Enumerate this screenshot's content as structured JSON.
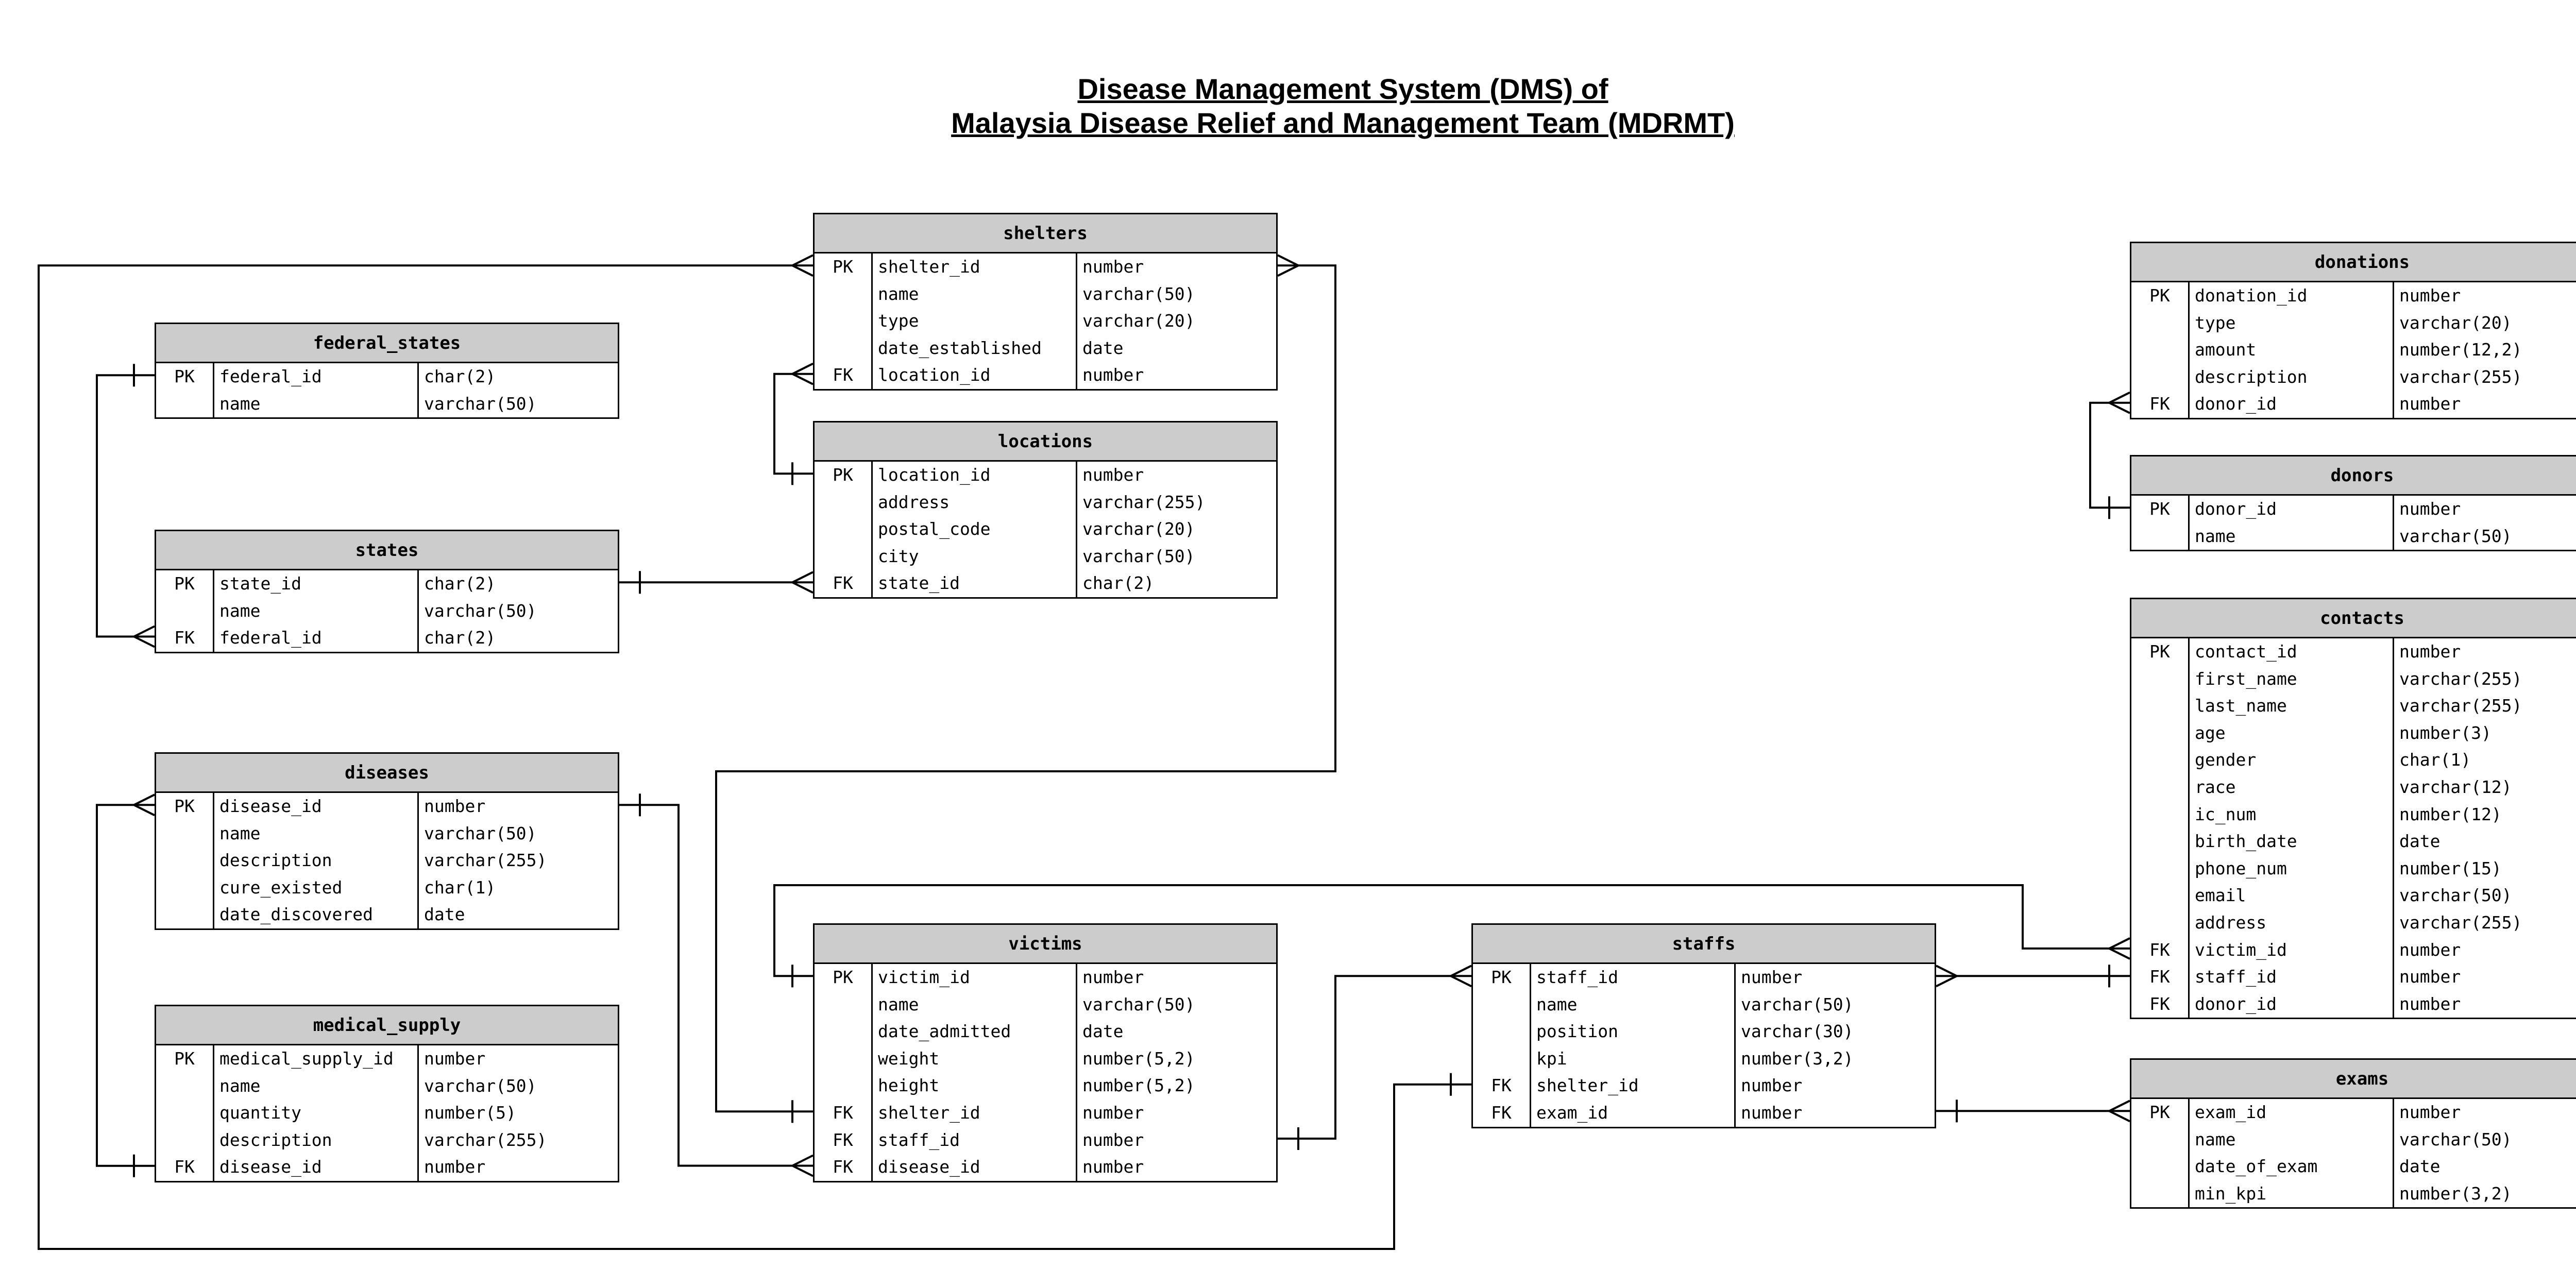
{
  "title": {
    "line1": "Disease Management System (DMS) of",
    "line2": "Malaysia Disease Relief and Management Team (MDRMT)"
  },
  "entities": {
    "shelters": {
      "name": "shelters",
      "rows": [
        {
          "key": "PK",
          "field": "shelter_id",
          "type": "number"
        },
        {
          "key": "",
          "field": "name",
          "type": "varchar(50)"
        },
        {
          "key": "",
          "field": "type",
          "type": "varchar(20)"
        },
        {
          "key": "",
          "field": "date_established",
          "type": "date"
        },
        {
          "key": "FK",
          "field": "location_id",
          "type": "number"
        }
      ]
    },
    "locations": {
      "name": "locations",
      "rows": [
        {
          "key": "PK",
          "field": "location_id",
          "type": "number"
        },
        {
          "key": "",
          "field": "address",
          "type": "varchar(255)"
        },
        {
          "key": "",
          "field": "postal_code",
          "type": "varchar(20)"
        },
        {
          "key": "",
          "field": "city",
          "type": "varchar(50)"
        },
        {
          "key": "FK",
          "field": "state_id",
          "type": "char(2)"
        }
      ]
    },
    "federal_states": {
      "name": "federal_states",
      "rows": [
        {
          "key": "PK",
          "field": "federal_id",
          "type": "char(2)"
        },
        {
          "key": "",
          "field": "name",
          "type": "varchar(50)"
        }
      ]
    },
    "states": {
      "name": "states",
      "rows": [
        {
          "key": "PK",
          "field": "state_id",
          "type": "char(2)"
        },
        {
          "key": "",
          "field": "name",
          "type": "varchar(50)"
        },
        {
          "key": "FK",
          "field": "federal_id",
          "type": "char(2)"
        }
      ]
    },
    "diseases": {
      "name": "diseases",
      "rows": [
        {
          "key": "PK",
          "field": "disease_id",
          "type": "number"
        },
        {
          "key": "",
          "field": "name",
          "type": "varchar(50)"
        },
        {
          "key": "",
          "field": "description",
          "type": "varchar(255)"
        },
        {
          "key": "",
          "field": "cure_existed",
          "type": "char(1)"
        },
        {
          "key": "",
          "field": "date_discovered",
          "type": "date"
        }
      ]
    },
    "medical_supply": {
      "name": "medical_supply",
      "rows": [
        {
          "key": "PK",
          "field": "medical_supply_id",
          "type": "number"
        },
        {
          "key": "",
          "field": "name",
          "type": "varchar(50)"
        },
        {
          "key": "",
          "field": "quantity",
          "type": "number(5)"
        },
        {
          "key": "",
          "field": "description",
          "type": "varchar(255)"
        },
        {
          "key": "FK",
          "field": "disease_id",
          "type": "number"
        }
      ]
    },
    "victims": {
      "name": "victims",
      "rows": [
        {
          "key": "PK",
          "field": "victim_id",
          "type": "number"
        },
        {
          "key": "",
          "field": "name",
          "type": "varchar(50)"
        },
        {
          "key": "",
          "field": "date_admitted",
          "type": "date"
        },
        {
          "key": "",
          "field": "weight",
          "type": "number(5,2)"
        },
        {
          "key": "",
          "field": "height",
          "type": "number(5,2)"
        },
        {
          "key": "FK",
          "field": "shelter_id",
          "type": "number"
        },
        {
          "key": "FK",
          "field": "staff_id",
          "type": "number"
        },
        {
          "key": "FK",
          "field": "disease_id",
          "type": "number"
        }
      ]
    },
    "staffs": {
      "name": "staffs",
      "rows": [
        {
          "key": "PK",
          "field": "staff_id",
          "type": "number"
        },
        {
          "key": "",
          "field": "name",
          "type": "varchar(50)"
        },
        {
          "key": "",
          "field": "position",
          "type": "varchar(30)"
        },
        {
          "key": "",
          "field": "kpi",
          "type": "number(3,2)"
        },
        {
          "key": "FK",
          "field": "shelter_id",
          "type": "number"
        },
        {
          "key": "FK",
          "field": "exam_id",
          "type": "number"
        }
      ]
    },
    "donations": {
      "name": "donations",
      "rows": [
        {
          "key": "PK",
          "field": "donation_id",
          "type": "number"
        },
        {
          "key": "",
          "field": "type",
          "type": "varchar(20)"
        },
        {
          "key": "",
          "field": "amount",
          "type": "number(12,2)"
        },
        {
          "key": "",
          "field": "description",
          "type": "varchar(255)"
        },
        {
          "key": "FK",
          "field": "donor_id",
          "type": "number"
        }
      ]
    },
    "donors": {
      "name": "donors",
      "rows": [
        {
          "key": "PK",
          "field": "donor_id",
          "type": "number"
        },
        {
          "key": "",
          "field": "name",
          "type": "varchar(50)"
        }
      ]
    },
    "contacts": {
      "name": "contacts",
      "rows": [
        {
          "key": "PK",
          "field": "contact_id",
          "type": "number"
        },
        {
          "key": "",
          "field": "first_name",
          "type": "varchar(255)"
        },
        {
          "key": "",
          "field": "last_name",
          "type": "varchar(255)"
        },
        {
          "key": "",
          "field": "age",
          "type": "number(3)"
        },
        {
          "key": "",
          "field": "gender",
          "type": "char(1)"
        },
        {
          "key": "",
          "field": "race",
          "type": "varchar(12)"
        },
        {
          "key": "",
          "field": "ic_num",
          "type": "number(12)"
        },
        {
          "key": "",
          "field": "birth_date",
          "type": "date"
        },
        {
          "key": "",
          "field": "phone_num",
          "type": "number(15)"
        },
        {
          "key": "",
          "field": "email",
          "type": "varchar(50)"
        },
        {
          "key": "",
          "field": "address",
          "type": "varchar(255)"
        },
        {
          "key": "FK",
          "field": "victim_id",
          "type": "number"
        },
        {
          "key": "FK",
          "field": "staff_id",
          "type": "number"
        },
        {
          "key": "FK",
          "field": "donor_id",
          "type": "number"
        }
      ]
    },
    "exams": {
      "name": "exams",
      "rows": [
        {
          "key": "PK",
          "field": "exam_id",
          "type": "number"
        },
        {
          "key": "",
          "field": "name",
          "type": "varchar(50)"
        },
        {
          "key": "",
          "field": "date_of_exam",
          "type": "date"
        },
        {
          "key": "",
          "field": "min_kpi",
          "type": "number(3,2)"
        }
      ]
    }
  }
}
